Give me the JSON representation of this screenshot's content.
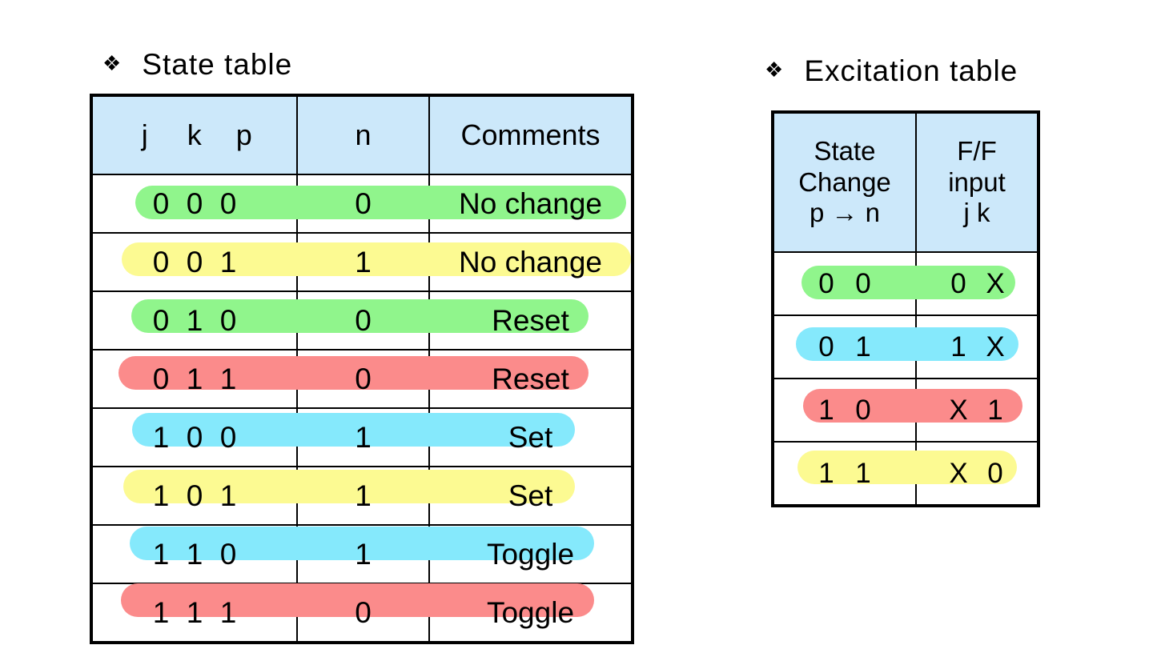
{
  "colors": {
    "header_blue": "#cce8fa",
    "green": "#90f58c",
    "yellow": "#fcfa92",
    "cyan": "#85e9fc",
    "salmon": "#fb8b8b",
    "border": "#000000",
    "background": "#ffffff"
  },
  "bullet_glyph": "❖",
  "arrow_glyph": "→",
  "state_section": {
    "heading": "State table",
    "headers": {
      "jkp": [
        "j",
        "k",
        "p"
      ],
      "n": "n",
      "comments": "Comments"
    },
    "rows": [
      {
        "j": "0",
        "k": "0",
        "p": "0",
        "n": "0",
        "comment": "No change",
        "highlight": "green"
      },
      {
        "j": "0",
        "k": "0",
        "p": "1",
        "n": "1",
        "comment": "No change",
        "highlight": "yellow"
      },
      {
        "j": "0",
        "k": "1",
        "p": "0",
        "n": "0",
        "comment": "Reset",
        "highlight": "green"
      },
      {
        "j": "0",
        "k": "1",
        "p": "1",
        "n": "0",
        "comment": "Reset",
        "highlight": "salmon"
      },
      {
        "j": "1",
        "k": "0",
        "p": "0",
        "n": "1",
        "comment": "Set",
        "highlight": "cyan"
      },
      {
        "j": "1",
        "k": "0",
        "p": "1",
        "n": "1",
        "comment": "Set",
        "highlight": "yellow"
      },
      {
        "j": "1",
        "k": "1",
        "p": "0",
        "n": "1",
        "comment": "Toggle",
        "highlight": "cyan"
      },
      {
        "j": "1",
        "k": "1",
        "p": "1",
        "n": "0",
        "comment": "Toggle",
        "highlight": "salmon"
      }
    ]
  },
  "excitation_section": {
    "heading": "Excitation table",
    "headers": {
      "state_change": [
        "State",
        "Change",
        "p → n"
      ],
      "ff_input": [
        "F/F",
        "input",
        "j  k"
      ]
    },
    "rows": [
      {
        "p": "0",
        "n": "0",
        "j": "0",
        "k": "X",
        "highlight": "green"
      },
      {
        "p": "0",
        "n": "1",
        "j": "1",
        "k": "X",
        "highlight": "cyan"
      },
      {
        "p": "1",
        "n": "0",
        "j": "X",
        "k": "1",
        "highlight": "salmon"
      },
      {
        "p": "1",
        "n": "1",
        "j": "X",
        "k": "0",
        "highlight": "yellow"
      }
    ]
  }
}
